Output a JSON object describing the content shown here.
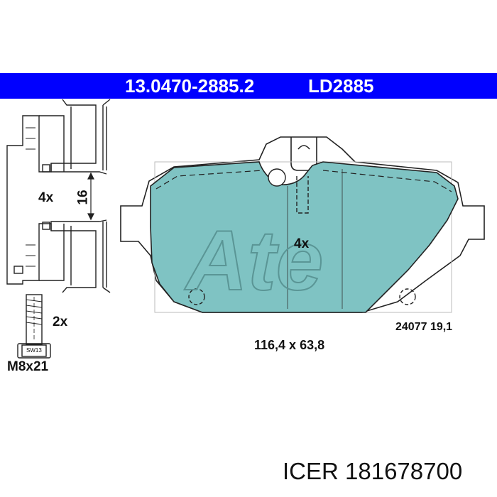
{
  "header": {
    "part_number": "13.0470-2885.2",
    "ld_code": "LD2885"
  },
  "clip": {
    "quantity": "4x",
    "dimension": "16"
  },
  "pad": {
    "quantity": "4x",
    "size": "116,4 x 63,8",
    "code_thickness": "24077 19,1",
    "brand_logo_text": "Ate",
    "color": "#7fc3c3"
  },
  "bolt": {
    "quantity": "2x",
    "spec": "M8x21",
    "head_marking": "SW13"
  },
  "footer": {
    "brand": "ICER",
    "number": "181678700"
  },
  "colors": {
    "banner": "#0000ff",
    "banner_text": "#ffffff"
  }
}
